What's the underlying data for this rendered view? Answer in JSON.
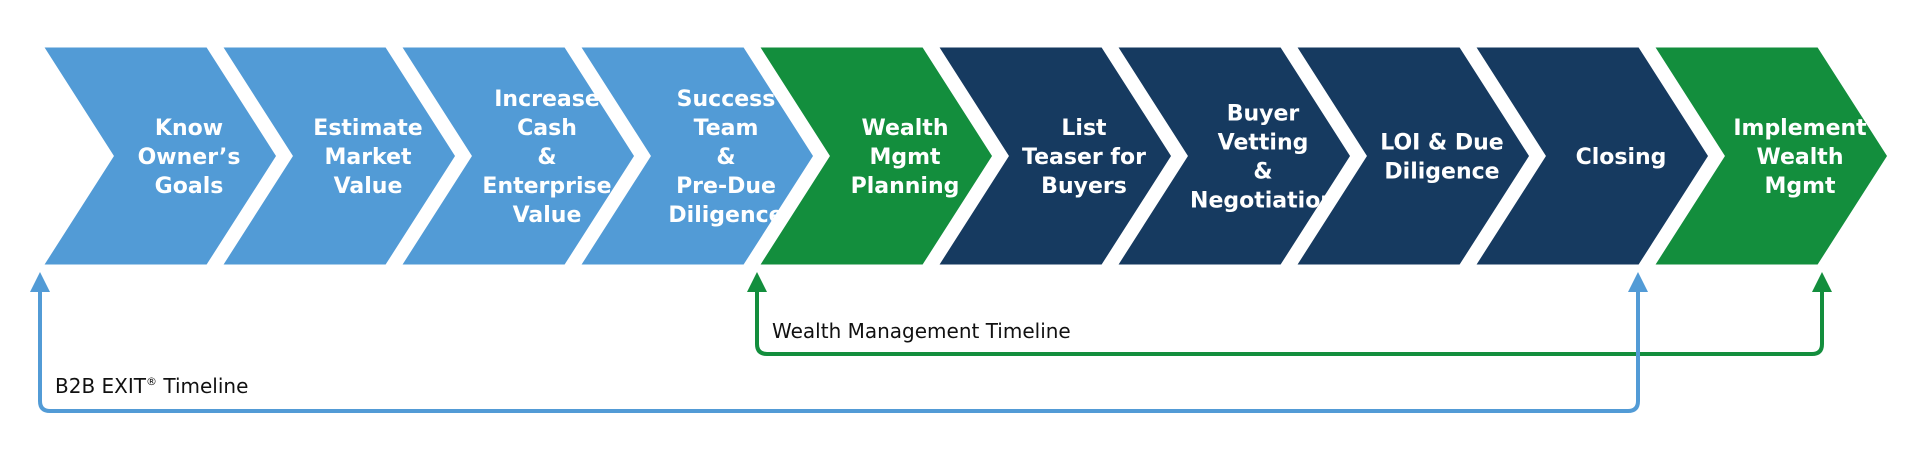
{
  "colors": {
    "light_blue": "#529BD6",
    "green": "#138E3D",
    "navy": "#163A60"
  },
  "steps": [
    {
      "lines": [
        "Know",
        "Owner’s",
        "Goals"
      ],
      "color": "#529BD6"
    },
    {
      "lines": [
        "Estimate",
        "Market",
        "Value"
      ],
      "color": "#529BD6"
    },
    {
      "lines": [
        "Increase",
        "Cash",
        "&",
        "Enterprise",
        "Value"
      ],
      "color": "#529BD6"
    },
    {
      "lines": [
        "Success",
        "Team",
        "&",
        "Pre-Due",
        "Diligence"
      ],
      "color": "#529BD6"
    },
    {
      "lines": [
        "Wealth",
        "Mgmt",
        "Planning"
      ],
      "color": "#138E3D"
    },
    {
      "lines": [
        "List",
        "Teaser for",
        "Buyers"
      ],
      "color": "#163A60"
    },
    {
      "lines": [
        "Buyer",
        "Vetting",
        "&",
        "Negotiation"
      ],
      "color": "#163A60"
    },
    {
      "lines": [
        "LOI & Due",
        "Diligence"
      ],
      "color": "#163A60"
    },
    {
      "lines": [
        "Closing"
      ],
      "color": "#163A60"
    },
    {
      "lines": [
        "Implement",
        "Wealth",
        "Mgmt"
      ],
      "color": "#138E3D"
    }
  ],
  "timelines": {
    "wealth": {
      "label": "Wealth Management Timeline",
      "color": "#138E3D"
    },
    "exit": {
      "label_main": "B2B EXIT",
      "label_reg": "®",
      "label_rest": " Timeline",
      "color": "#529BD6"
    }
  }
}
